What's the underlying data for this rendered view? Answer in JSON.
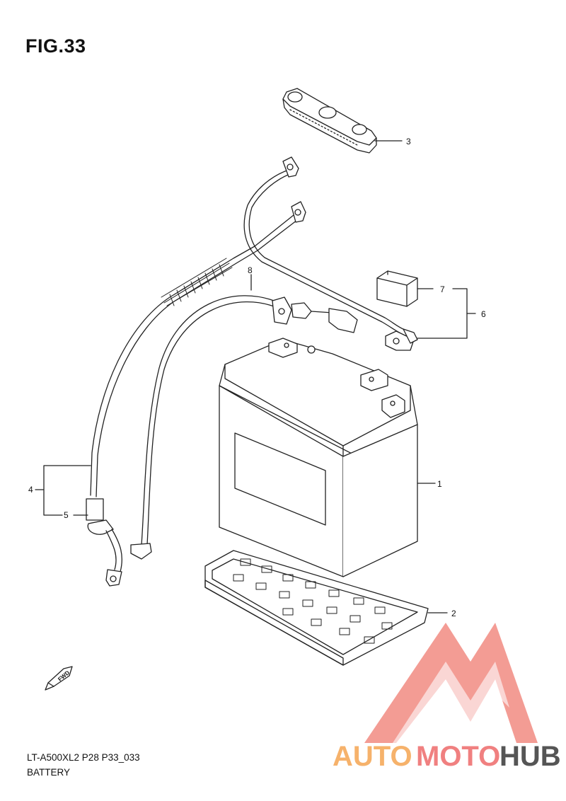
{
  "figure": {
    "title": "FIG.33",
    "code": "LT-A500XL2 P28 P33_033",
    "caption": "BATTERY"
  },
  "callouts": [
    {
      "id": "1",
      "label": "1"
    },
    {
      "id": "2",
      "label": "2"
    },
    {
      "id": "3",
      "label": "3"
    },
    {
      "id": "4",
      "label": "4"
    },
    {
      "id": "5",
      "label": "5"
    },
    {
      "id": "6",
      "label": "6"
    },
    {
      "id": "7",
      "label": "7"
    },
    {
      "id": "8",
      "label": "8"
    }
  ],
  "fwd_label": "FWD",
  "watermark": {
    "part1": "AUTO",
    "part2": "MOTO",
    "part3": "HUB",
    "color1": "#f6b26b",
    "color2": "#f08080",
    "color3": "#555555",
    "logo_color": "#f28b82"
  },
  "colors": {
    "line": "#222222"
  }
}
